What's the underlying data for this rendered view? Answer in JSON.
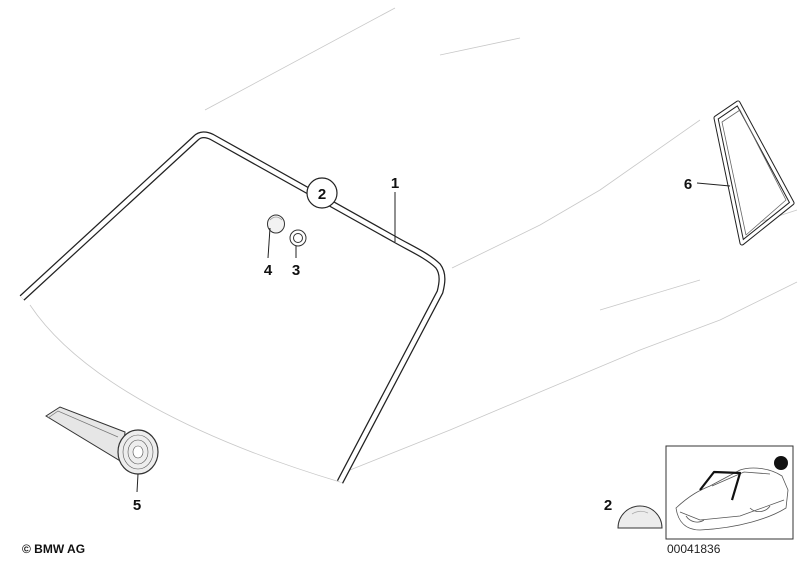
{
  "diagram": {
    "callouts": [
      {
        "id": "1",
        "label": "1"
      },
      {
        "id": "2",
        "label": "2"
      },
      {
        "id": "3",
        "label": "3"
      },
      {
        "id": "4",
        "label": "4"
      },
      {
        "id": "5",
        "label": "5"
      },
      {
        "id": "6",
        "label": "6"
      }
    ],
    "inset_callout": "2",
    "copyright": "© BMW AG",
    "drawing_number": "00041836"
  }
}
